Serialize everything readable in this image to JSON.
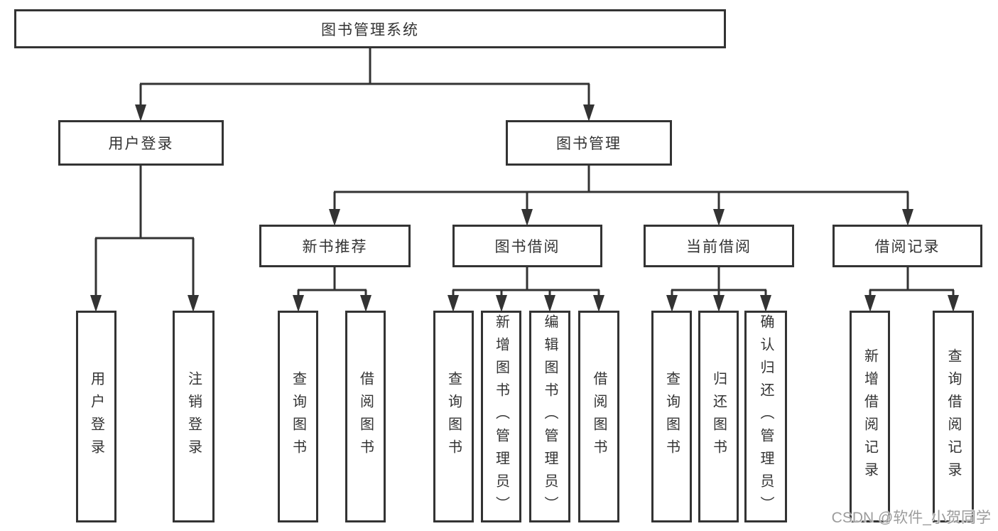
{
  "diagram_type": "hierarchy-tree",
  "colors": {
    "line": "#333333",
    "box_border": "#333333",
    "text": "#333333",
    "background": "#ffffff",
    "watermark_text": "#9c9c9c"
  },
  "root": {
    "label": "图书管理系统"
  },
  "branches": [
    {
      "id": "user-login",
      "label": "用户登录"
    },
    {
      "id": "book-management",
      "label": "图书管理"
    }
  ],
  "modules": [
    {
      "id": "new-book-recommend",
      "label": "新书推荐"
    },
    {
      "id": "book-borrowing",
      "label": "图书借阅"
    },
    {
      "id": "current-borrowing",
      "label": "当前借阅"
    },
    {
      "id": "borrowing-records",
      "label": "借阅记录"
    }
  ],
  "leaves": [
    {
      "id": "user-login",
      "label": "用户登录"
    },
    {
      "id": "logout",
      "label": "注销登录"
    },
    {
      "id": "query-books-1",
      "label": "查询图书"
    },
    {
      "id": "borrow-books-1",
      "label": "借阅图书"
    },
    {
      "id": "query-books-2",
      "label": "查询图书"
    },
    {
      "id": "add-book-admin",
      "label": "新增图书（管理员）"
    },
    {
      "id": "edit-book-admin",
      "label": "编辑图书（管理员）"
    },
    {
      "id": "borrow-books-2",
      "label": "借阅图书"
    },
    {
      "id": "query-books-3",
      "label": "查询图书"
    },
    {
      "id": "return-book",
      "label": "归还图书"
    },
    {
      "id": "confirm-return-admin",
      "label": "确认归还（管理员）"
    },
    {
      "id": "add-borrow-record",
      "label": "新增借阅记录"
    },
    {
      "id": "query-borrow-record",
      "label": "查询借阅记录"
    }
  ],
  "watermark": {
    "text": "CSDN @软件_小贺同学"
  }
}
